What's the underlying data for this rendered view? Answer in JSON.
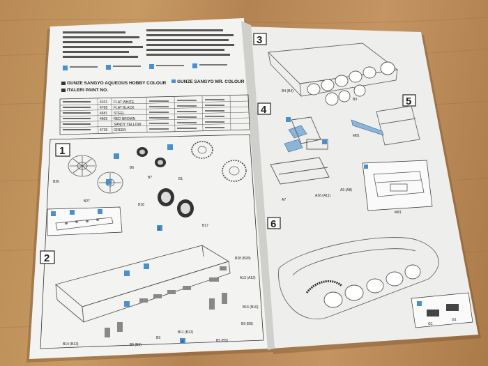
{
  "paint_headers": {
    "gunze_aqueous": "GUNZE SANGYO AQUEOUS HOBBY COLOUR",
    "gunze_mr": "GUNZE SANGYO MR. COLOUR",
    "italeri": "ITALERI PAINT NO."
  },
  "colours": [
    {
      "name": "FLAT WHITE",
      "code": "4101"
    },
    {
      "name": "FLAT BLACK",
      "code": "4768"
    },
    {
      "name": "STEEL",
      "code": "4681"
    },
    {
      "name": "RED BROWN",
      "code": "4605"
    },
    {
      "name": "SANDY YELLOW",
      "code": ""
    },
    {
      "name": "GREEN",
      "code": "4728"
    }
  ],
  "steps": [
    "1",
    "2",
    "3",
    "4",
    "5",
    "6"
  ],
  "part_labels": {
    "step1": [
      "B26",
      "B27",
      "B6",
      "B7",
      "B18",
      "B1",
      "B17"
    ],
    "step2": [
      "B28 (B28)",
      "A13 (A12)",
      "B16 (B16)",
      "B9 (B9)",
      "B5 (B5)",
      "B11 (B12)",
      "B14 (B13)",
      "B5 (B5)",
      "B9"
    ],
    "step3": [
      "B4 (B4)",
      "B3"
    ],
    "step4": [
      "A16 (A11)",
      "A7",
      "A9 (A8)"
    ],
    "step5": [
      "M81",
      "M81"
    ],
    "step6": [
      "G1",
      "G1"
    ]
  },
  "callouts": [
    "2",
    "4"
  ]
}
